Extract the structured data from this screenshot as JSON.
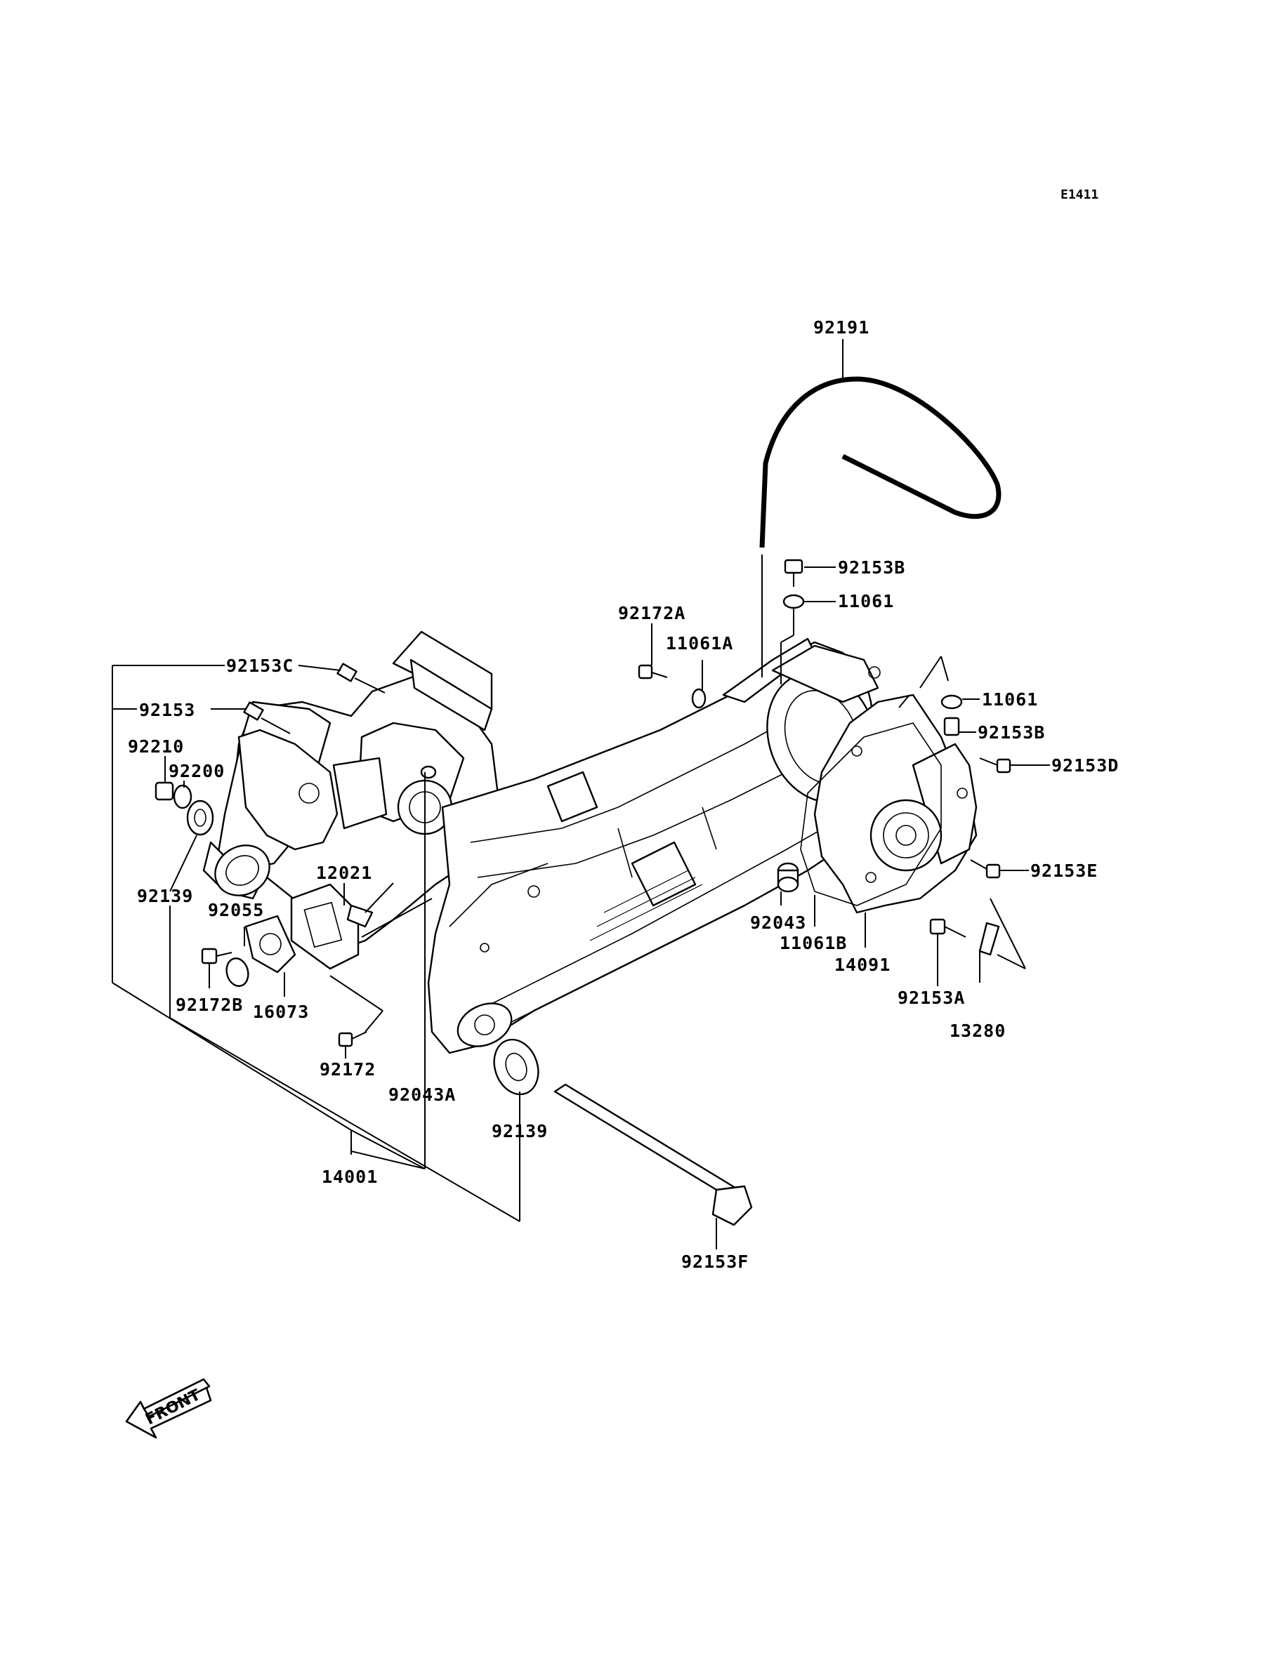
{
  "diagram_code": "E1411",
  "front_label": "FRONT",
  "parts": {
    "p92191": "92191",
    "p92153B_top": "92153B",
    "p11061_top": "11061",
    "p92172A": "92172A",
    "p11061A": "11061A",
    "p92153C": "92153C",
    "p92153": "92153",
    "p11061_right": "11061",
    "p92153B_right": "92153B",
    "p92210": "92210",
    "p92200": "92200",
    "p92153D": "92153D",
    "p12021": "12021",
    "p92153E": "92153E",
    "p92139_left": "92139",
    "p92055": "92055",
    "p92043": "92043",
    "p11061B": "11061B",
    "p14091": "14091",
    "p92172B": "92172B",
    "p16073": "16073",
    "p92153A": "92153A",
    "p13280": "13280",
    "p92172": "92172",
    "p92043A": "92043A",
    "p92139_bottom": "92139",
    "p14001": "14001",
    "p92153F": "92153F"
  }
}
